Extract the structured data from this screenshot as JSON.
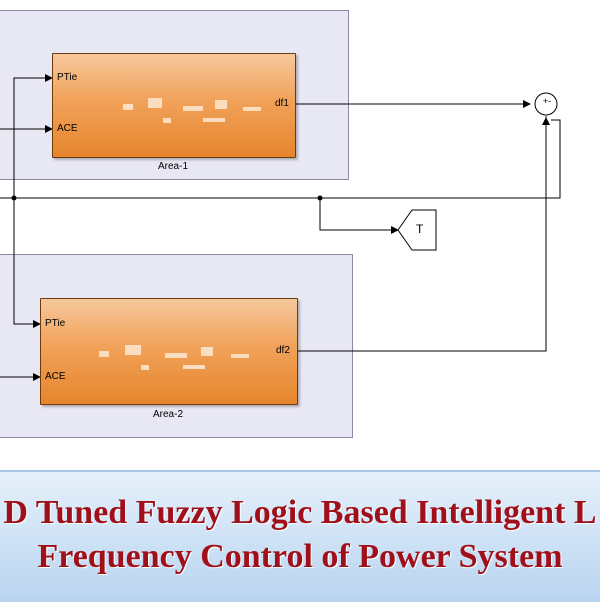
{
  "area1": {
    "label": "Area-1",
    "in_ptie": "PTie",
    "in_ace": "ACE",
    "out": "df1"
  },
  "area2": {
    "label": "Area-2",
    "in_ptie": "PTie",
    "in_ace": "ACE",
    "out": "df2"
  },
  "sum_block": {
    "signs": "+-"
  },
  "goto_block": {
    "label": "T"
  },
  "title": {
    "line1": "D Tuned Fuzzy Logic Based Intelligent L",
    "line2": "Frequency Control of Power System"
  },
  "colors": {
    "block_orange": "#f1a25a",
    "subsystem_bg": "#e8e7f4",
    "title_red": "#a0101a",
    "banner_blue": "#cfe3f6"
  }
}
